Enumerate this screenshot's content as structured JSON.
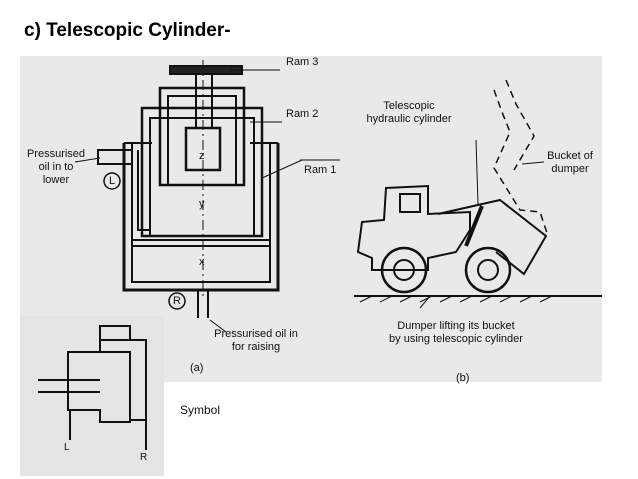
{
  "heading": "c) Telescopic Cylinder-",
  "labels": {
    "ram3": "Ram 3",
    "ram2": "Ram 2",
    "ram1": "Ram 1",
    "oil_lower_1": "Pressurised",
    "oil_lower_2": "oil in to",
    "oil_lower_3": "lower",
    "port_l": "L",
    "port_r": "R",
    "chamber_z": "z",
    "chamber_y": "y",
    "chamber_x": "x",
    "oil_raise_1": "Pressurised oil in",
    "oil_raise_2": "for raising",
    "fig_a": "(a)",
    "tele_1": "Telescopic",
    "tele_2": "hydraulic cylinder",
    "bucket_1": "Bucket of",
    "bucket_2": "dumper",
    "dumper_cap_1": "Dumper lifting its bucket",
    "dumper_cap_2": "by using telescopic cylinder",
    "fig_b": "(b)",
    "symbol": "Symbol",
    "sym_l": "L",
    "sym_r": "R"
  }
}
